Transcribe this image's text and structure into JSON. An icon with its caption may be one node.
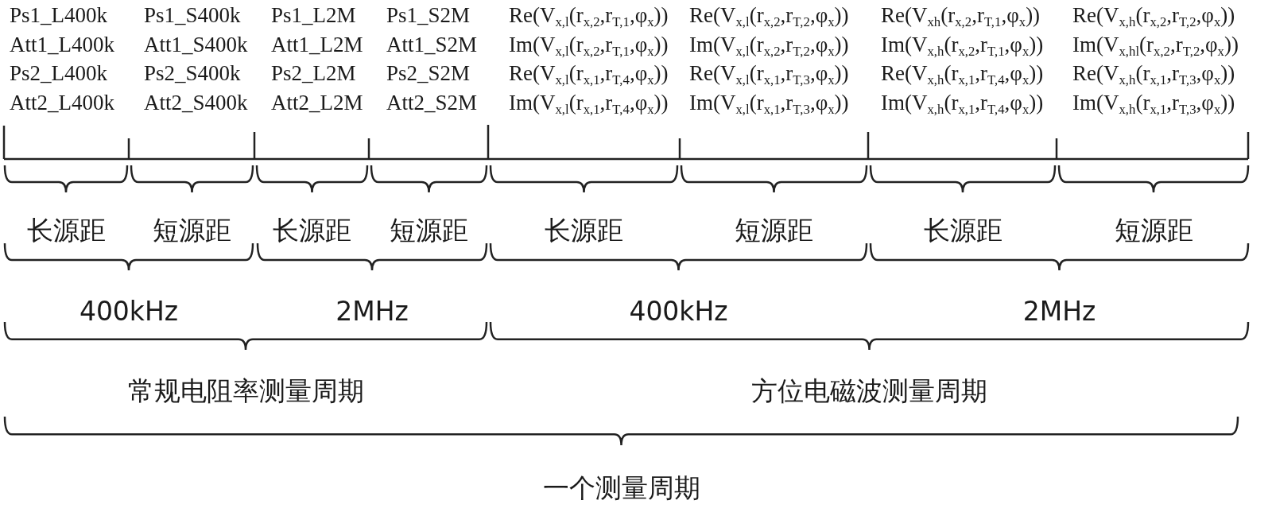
{
  "diagram": {
    "labels": [
      "Ps1_L400k",
      "Ps1_S400k",
      "Ps1_L2M",
      "Ps1_S2M",
      "Re(V$_{x,l}$(r$_{x,2}$,r$_{T,1}$,φ$_{x}$))",
      "Re(V$_{x,l}$(r$_{x,2}$,r$_{T,2}$,φ$_{x}$))",
      "Re(V$_{xh}$(r$_{x,2}$,r$_{T,1}$,φ$_{x}$))",
      "Re(V$_{x,h}$(r$_{x,2}$,r$_{T,2}$,φ$_{x}$))",
      "Att1_L400k",
      "Att1_S400k",
      "Att1_L2M",
      "Att1_S2M",
      "Im(V$_{x,l}$(r$_{x,2}$,r$_{T,1}$,φ$_{x}$))",
      "Im(V$_{x,l}$(r$_{x,2}$,r$_{T,2}$,φ$_{x}$))",
      "Im(V$_{x,h}$(r$_{x,2}$,r$_{T,1}$,φ$_{x}$))",
      "Im(V$_{x,hl}$(r$_{x,2}$,r$_{T,2}$,φ$_{x}$))",
      "Ps2_L400k",
      "Ps2_S400k",
      "Ps2_L2M",
      "Ps2_S2M",
      "Re(V$_{x,l}$(r$_{x,1}$,r$_{T,4}$,φ$_{x}$))",
      "Re(V$_{x,l}$(r$_{x,1}$,r$_{T,3}$,φ$_{x}$))",
      "Re(V$_{x,h}$(r$_{x,1}$,r$_{T,4}$,φ$_{x}$))",
      "Re(V$_{x,h}$(r$_{x,1}$,r$_{T,3}$,φ$_{x}$))",
      "Att2_L400k",
      "Att2_S400k",
      "Att2_L2M",
      "Att2_S2M",
      "Im(V$_{x,l}$(r$_{x,1}$,r$_{T,4}$,φ$_{x}$))",
      "Im(V$_{x,l}$(r$_{x,1}$,r$_{T,3}$,φ$_{x}$))",
      "Im(V$_{x,h}$(r$_{x,1}$,r$_{T,4}$,φ$_{x}$))",
      "Im(V$_{x,h}$(r$_{x,1}$,r$_{T,3}$,φ$_{x}$))",
      "长源距",
      "短源距",
      "长源距",
      "短源距",
      "长源距",
      "短源距",
      "长源距",
      "短源距",
      "400kHz",
      "2MHz",
      "400kHz",
      "2MHz",
      "常规电阻率测量周期",
      "方位电磁波测量周期",
      "一个测量周期"
    ]
  }
}
